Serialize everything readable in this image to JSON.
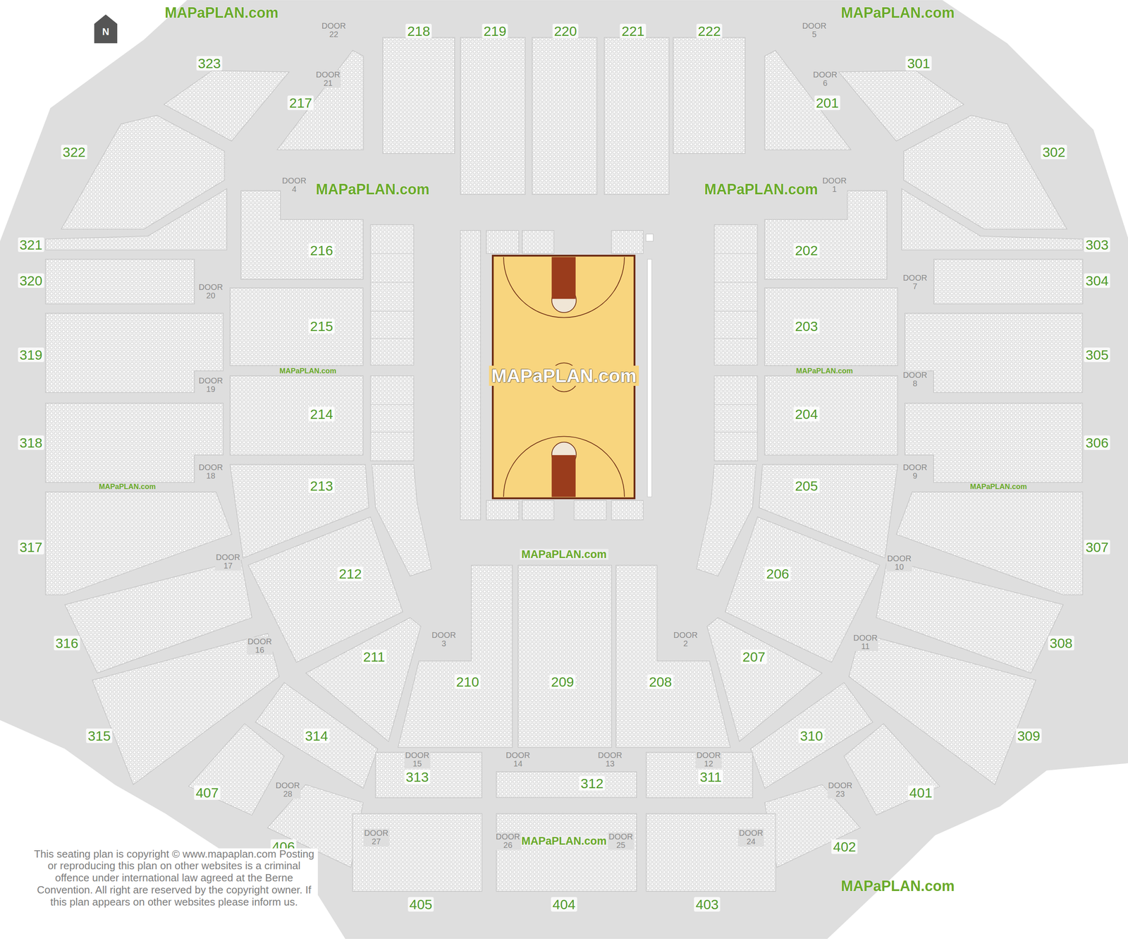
{
  "diagram": {
    "nodes": [
      {
        "text": [
          "218"
        ]
      },
      {
        "text": [
          "219"
        ]
      },
      {
        "text": [
          "220"
        ]
      },
      {
        "text": [
          "221"
        ]
      },
      {
        "text": [
          "222"
        ]
      },
      {
        "text": [
          "323"
        ]
      },
      {
        "text": [
          "217"
        ]
      },
      {
        "text": [
          "201"
        ]
      },
      {
        "text": [
          "301"
        ]
      },
      {
        "text": [
          "322"
        ]
      },
      {
        "text": [
          "302"
        ]
      },
      {
        "text": [
          "321"
        ]
      },
      {
        "text": [
          "216"
        ]
      },
      {
        "text": [
          "202"
        ]
      },
      {
        "text": [
          "303"
        ]
      },
      {
        "text": [
          "320"
        ]
      },
      {
        "text": [
          "304"
        ]
      },
      {
        "text": [
          "215"
        ]
      },
      {
        "text": [
          "203"
        ]
      },
      {
        "text": [
          "319"
        ]
      },
      {
        "text": [
          "305"
        ]
      },
      {
        "text": [
          "214"
        ]
      },
      {
        "text": [
          "204"
        ]
      },
      {
        "text": [
          "318"
        ]
      },
      {
        "text": [
          "306"
        ]
      },
      {
        "text": [
          "213"
        ]
      },
      {
        "text": [
          "205"
        ]
      },
      {
        "text": [
          "317"
        ]
      },
      {
        "text": [
          "307"
        ]
      },
      {
        "text": [
          "212"
        ]
      },
      {
        "text": [
          "206"
        ]
      },
      {
        "text": [
          "316"
        ]
      },
      {
        "text": [
          "308"
        ]
      },
      {
        "text": [
          "211"
        ]
      },
      {
        "text": [
          "207"
        ]
      },
      {
        "text": [
          "210"
        ]
      },
      {
        "text": [
          "209"
        ]
      },
      {
        "text": [
          "208"
        ]
      },
      {
        "text": [
          "315"
        ]
      },
      {
        "text": [
          "309"
        ]
      },
      {
        "text": [
          "314"
        ]
      },
      {
        "text": [
          "310"
        ]
      },
      {
        "text": [
          "407"
        ]
      },
      {
        "text": [
          "313"
        ]
      },
      {
        "text": [
          "312"
        ]
      },
      {
        "text": [
          "311"
        ]
      },
      {
        "text": [
          "401"
        ]
      },
      {
        "text": [
          "406"
        ]
      },
      {
        "text": [
          "402"
        ]
      },
      {
        "text": [
          "405"
        ]
      },
      {
        "text": [
          "404"
        ]
      },
      {
        "text": [
          "403"
        ]
      }
    ],
    "labels": [
      "MAPaPLAN.com",
      "MAPaPLAN.com",
      "MAPaPLAN.com",
      "MAPaPLAN.com",
      "MAPaPLAN.com",
      "MAPaPLAN.com",
      "MAPaPLAN.com",
      "MAPaPLAN.com",
      "MAPaPLAN.com",
      "MAPaPLAN.com",
      "MAPaPLAN.com",
      "MAPaPLAN.com",
      "DOOR 22",
      "DOOR 5",
      "DOOR 21",
      "DOOR 6",
      "DOOR 4",
      "DOOR 1",
      "DOOR 20",
      "DOOR 7",
      "DOOR 19",
      "DOOR 8",
      "DOOR 18",
      "DOOR 9",
      "DOOR 17",
      "DOOR 10",
      "DOOR 16",
      "DOOR 11",
      "DOOR 3",
      "DOOR 2",
      "DOOR 15",
      "DOOR 14",
      "DOOR 13",
      "DOOR 12",
      "DOOR 28",
      "DOOR 23",
      "DOOR 27",
      "DOOR 26",
      "DOOR 25",
      "DOOR 24",
      "This seating plan is copyright © www.mapaplan.com Posting or reproducing this plan on other websites is a criminal offence under international law agreed at the Berne Convention. All right are reserved by the copyright owner. If this plan appears on other websites please inform us.",
      "N"
    ]
  }
}
